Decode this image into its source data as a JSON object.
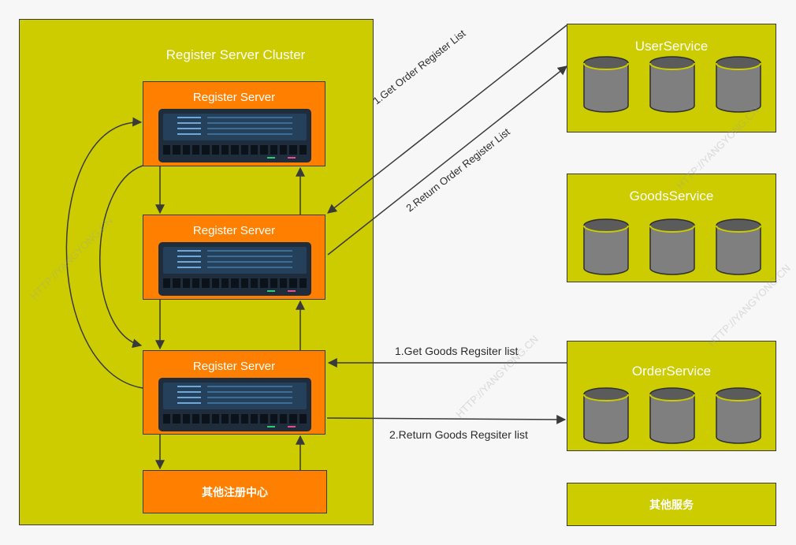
{
  "cluster": {
    "title": "Register Server Cluster"
  },
  "register_servers": [
    {
      "title": "Register Server"
    },
    {
      "title": "Register Server"
    },
    {
      "title": "Register Server"
    }
  ],
  "other_register_center": "其他注册中心",
  "services": [
    {
      "name": "UserService"
    },
    {
      "name": "GoodsService"
    },
    {
      "name": "OrderService"
    }
  ],
  "other_services": "其他服务",
  "arrows": {
    "get_order": "1.Get Order Register List",
    "return_order": "2.Return Order Register List",
    "get_goods": "1.Get Goods Regsiter list",
    "return_goods": "2.Return Goods Regsiter list"
  },
  "watermark": "HTTP://YANGYONG.CN",
  "colors": {
    "cluster_fill": "#cccc00",
    "server_box_fill": "#ff7f00",
    "stroke": "#3a3a3a",
    "db_fill": "#7f7f7f",
    "db_top": "#5b5b5b",
    "db_rim": "#cccc00"
  }
}
